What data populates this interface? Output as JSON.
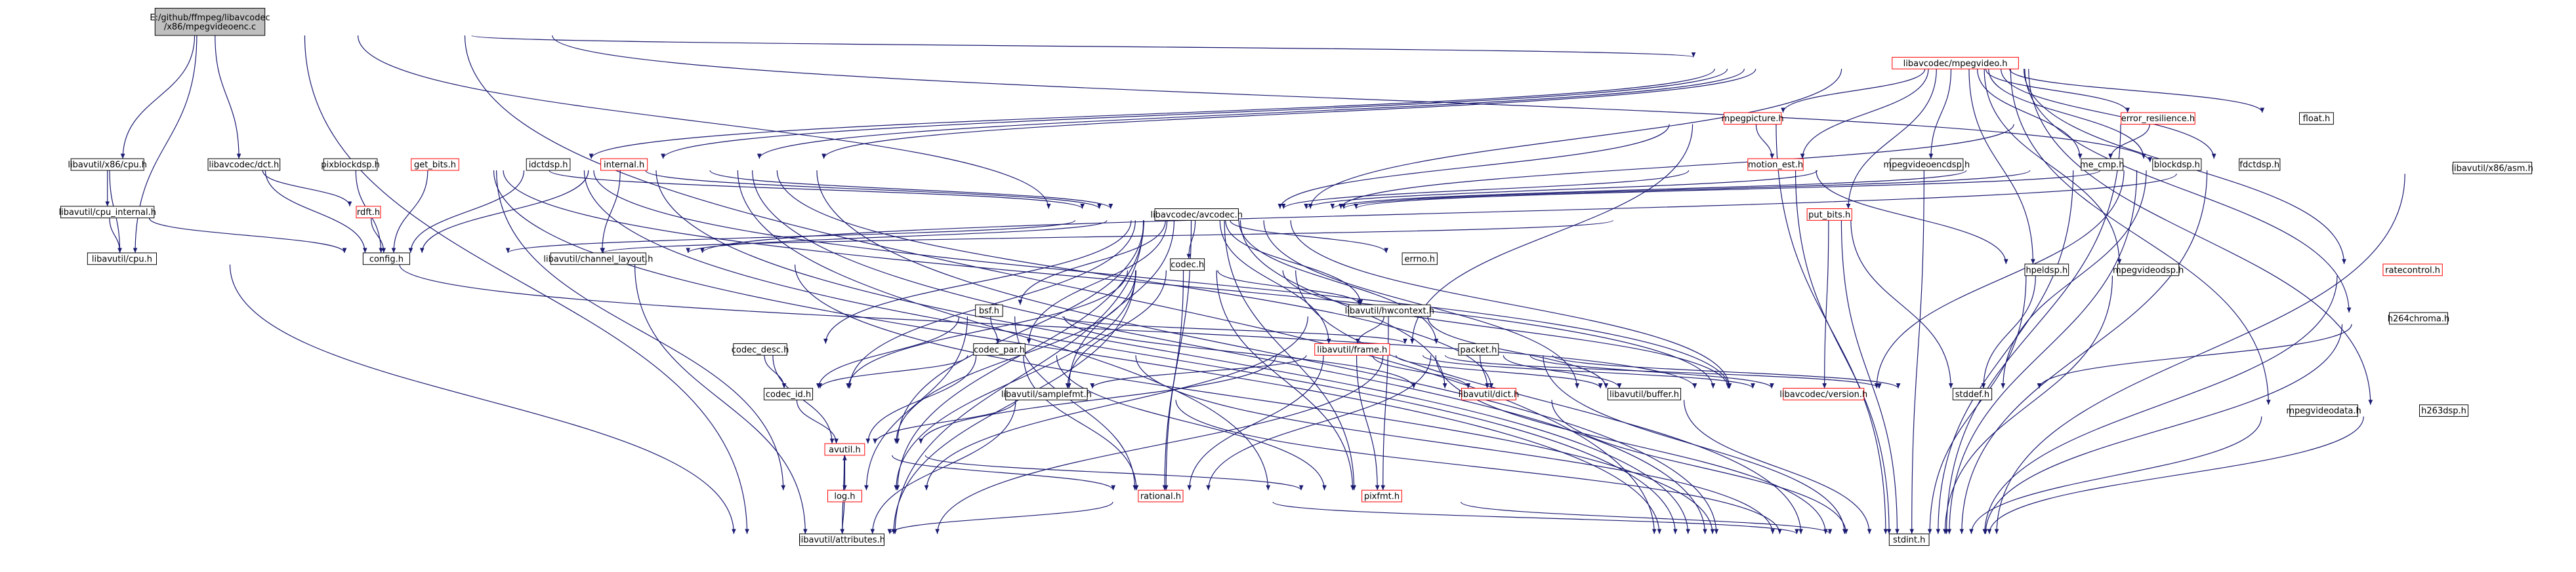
{
  "colors": {
    "edge": "#191970",
    "root_fill": "#bfbfbf",
    "node_border": "#000000",
    "red_border": "#ff0000",
    "node_fill": "#ffffff",
    "text": "#000000"
  },
  "root": {
    "line1": "E:/github/ffmpeg/libavcodec",
    "line2": "/x86/mpegvideoenc.c"
  },
  "nodes": [
    {
      "id": "mpegvideo",
      "label": "libavcodec/mpegvideo.h",
      "red": true
    },
    {
      "id": "x86cpu",
      "label": "libavutil/x86/cpu.h",
      "red": false
    },
    {
      "id": "dct",
      "label": "libavcodec/dct.h",
      "red": false
    },
    {
      "id": "x86asm",
      "label": "libavutil/x86/asm.h",
      "red": false
    },
    {
      "id": "cpu_internal",
      "label": "libavutil/cpu_internal.h",
      "red": false
    },
    {
      "id": "cpu",
      "label": "libavutil/cpu.h",
      "red": false
    },
    {
      "id": "config",
      "label": "config.h",
      "red": false
    },
    {
      "id": "rdft",
      "label": "rdft.h",
      "red": true
    },
    {
      "id": "pixblockdsp",
      "label": "pixblockdsp.h",
      "red": false
    },
    {
      "id": "get_bits",
      "label": "get_bits.h",
      "red": true
    },
    {
      "id": "idctdsp",
      "label": "idctdsp.h",
      "red": false
    },
    {
      "id": "internal",
      "label": "internal.h",
      "red": true
    },
    {
      "id": "avcodec",
      "label": "libavcodec/avcodec.h",
      "red": false
    },
    {
      "id": "mpegpicture",
      "label": "mpegpicture.h",
      "red": true
    },
    {
      "id": "motion_est",
      "label": "motion_est.h",
      "red": true
    },
    {
      "id": "mpegvideoencdsp",
      "label": "mpegvideoencdsp.h",
      "red": false
    },
    {
      "id": "error_resilience",
      "label": "error_resilience.h",
      "red": true
    },
    {
      "id": "me_cmp",
      "label": "me_cmp.h",
      "red": false
    },
    {
      "id": "blockdsp",
      "label": "blockdsp.h",
      "red": false
    },
    {
      "id": "fdctdsp",
      "label": "fdctdsp.h",
      "red": false
    },
    {
      "id": "float",
      "label": "float.h",
      "red": false
    },
    {
      "id": "put_bits",
      "label": "put_bits.h",
      "red": true
    },
    {
      "id": "hpeldsp",
      "label": "hpeldsp.h",
      "red": false
    },
    {
      "id": "mpegvideodsp",
      "label": "mpegvideodsp.h",
      "red": false
    },
    {
      "id": "ratecontrol",
      "label": "ratecontrol.h",
      "red": true
    },
    {
      "id": "h264chroma",
      "label": "h264chroma.h",
      "red": false
    },
    {
      "id": "mpegvideodata",
      "label": "mpegvideodata.h",
      "red": false
    },
    {
      "id": "h263dsp",
      "label": "h263dsp.h",
      "red": false
    },
    {
      "id": "errno",
      "label": "errno.h",
      "red": false
    },
    {
      "id": "channel_layout",
      "label": "libavutil/channel_layout.h",
      "red": false
    },
    {
      "id": "codec",
      "label": "codec.h",
      "red": false
    },
    {
      "id": "hwcontext",
      "label": "libavutil/hwcontext.h",
      "red": false
    },
    {
      "id": "bsf",
      "label": "bsf.h",
      "red": false
    },
    {
      "id": "frame",
      "label": "libavutil/frame.h",
      "red": true
    },
    {
      "id": "packet",
      "label": "packet.h",
      "red": false
    },
    {
      "id": "codec_desc",
      "label": "codec_desc.h",
      "red": false
    },
    {
      "id": "codec_par",
      "label": "codec_par.h",
      "red": false
    },
    {
      "id": "codec_id",
      "label": "codec_id.h",
      "red": false
    },
    {
      "id": "samplefmt",
      "label": "libavutil/samplefmt.h",
      "red": false
    },
    {
      "id": "dict",
      "label": "libavutil/dict.h",
      "red": true
    },
    {
      "id": "buffer",
      "label": "libavutil/buffer.h",
      "red": false
    },
    {
      "id": "version",
      "label": "libavcodec/version.h",
      "red": true
    },
    {
      "id": "stddef",
      "label": "stddef.h",
      "red": false
    },
    {
      "id": "avutil",
      "label": "avutil.h",
      "red": true
    },
    {
      "id": "log",
      "label": "log.h",
      "red": true
    },
    {
      "id": "rational",
      "label": "rational.h",
      "red": true
    },
    {
      "id": "pixfmt",
      "label": "pixfmt.h",
      "red": true
    },
    {
      "id": "attributes",
      "label": "libavutil/attributes.h",
      "red": false
    },
    {
      "id": "stdint",
      "label": "stdint.h",
      "red": false
    }
  ],
  "edges": [
    [
      "root",
      "mpegvideo"
    ],
    [
      "root",
      "x86cpu"
    ],
    [
      "root",
      "dct"
    ],
    [
      "root",
      "avcodec"
    ],
    [
      "root",
      "x86asm"
    ],
    [
      "root",
      "cpu"
    ],
    [
      "root",
      "attributes"
    ],
    [
      "root",
      "stdint"
    ],
    [
      "x86cpu",
      "cpu_internal"
    ],
    [
      "x86cpu",
      "cpu"
    ],
    [
      "cpu_internal",
      "cpu"
    ],
    [
      "cpu_internal",
      "config"
    ],
    [
      "cpu",
      "attributes"
    ],
    [
      "cpu",
      "stddef"
    ],
    [
      "dct",
      "rdft"
    ],
    [
      "dct",
      "config"
    ],
    [
      "dct",
      "stdint"
    ],
    [
      "dct",
      "stddef"
    ],
    [
      "rdft",
      "config"
    ],
    [
      "x86asm",
      "config"
    ],
    [
      "x86asm",
      "stdint"
    ],
    [
      "mpegvideo",
      "pixblockdsp"
    ],
    [
      "mpegvideo",
      "get_bits"
    ],
    [
      "mpegvideo",
      "idctdsp"
    ],
    [
      "mpegvideo",
      "internal"
    ],
    [
      "mpegvideo",
      "avcodec"
    ],
    [
      "mpegvideo",
      "mpegpicture"
    ],
    [
      "mpegvideo",
      "motion_est"
    ],
    [
      "mpegvideo",
      "mpegvideoencdsp"
    ],
    [
      "mpegvideo",
      "error_resilience"
    ],
    [
      "mpegvideo",
      "me_cmp"
    ],
    [
      "mpegvideo",
      "blockdsp"
    ],
    [
      "mpegvideo",
      "fdctdsp"
    ],
    [
      "mpegvideo",
      "float"
    ],
    [
      "mpegvideo",
      "put_bits"
    ],
    [
      "mpegvideo",
      "hpeldsp"
    ],
    [
      "mpegvideo",
      "mpegvideodsp"
    ],
    [
      "mpegvideo",
      "ratecontrol"
    ],
    [
      "mpegvideo",
      "h264chroma"
    ],
    [
      "mpegvideo",
      "mpegvideodata"
    ],
    [
      "mpegvideo",
      "h263dsp"
    ],
    [
      "pixblockdsp",
      "config"
    ],
    [
      "pixblockdsp",
      "stdint"
    ],
    [
      "pixblockdsp",
      "stddef"
    ],
    [
      "get_bits",
      "avcodec"
    ],
    [
      "get_bits",
      "config"
    ],
    [
      "get_bits",
      "stdint"
    ],
    [
      "get_bits",
      "log"
    ],
    [
      "idctdsp",
      "avcodec"
    ],
    [
      "idctdsp",
      "config"
    ],
    [
      "idctdsp",
      "stdint"
    ],
    [
      "internal",
      "avcodec"
    ],
    [
      "internal",
      "config"
    ],
    [
      "internal",
      "channel_layout"
    ],
    [
      "internal",
      "buffer"
    ],
    [
      "internal",
      "pixfmt"
    ],
    [
      "internal",
      "stdint"
    ],
    [
      "mpegpicture",
      "avcodec"
    ],
    [
      "mpegpicture",
      "motion_est"
    ],
    [
      "mpegpicture",
      "frame"
    ],
    [
      "mpegpicture",
      "stdint"
    ],
    [
      "motion_est",
      "avcodec"
    ],
    [
      "motion_est",
      "hpeldsp"
    ],
    [
      "motion_est",
      "stdint"
    ],
    [
      "mpegvideoencdsp",
      "avcodec"
    ],
    [
      "mpegvideoencdsp",
      "stdint"
    ],
    [
      "error_resilience",
      "me_cmp"
    ],
    [
      "error_resilience",
      "avcodec"
    ],
    [
      "error_resilience",
      "stdint"
    ],
    [
      "me_cmp",
      "avcodec"
    ],
    [
      "me_cmp",
      "stdint"
    ],
    [
      "blockdsp",
      "avcodec"
    ],
    [
      "blockdsp",
      "stdint"
    ],
    [
      "blockdsp",
      "version"
    ],
    [
      "blockdsp",
      "stddef"
    ],
    [
      "fdctdsp",
      "avcodec"
    ],
    [
      "fdctdsp",
      "stdint"
    ],
    [
      "put_bits",
      "config"
    ],
    [
      "put_bits",
      "stdint"
    ],
    [
      "put_bits",
      "stddef"
    ],
    [
      "put_bits",
      "version"
    ],
    [
      "hpeldsp",
      "stdint"
    ],
    [
      "hpeldsp",
      "stddef"
    ],
    [
      "mpegvideodsp",
      "stdint"
    ],
    [
      "ratecontrol",
      "stdint"
    ],
    [
      "h264chroma",
      "stdint"
    ],
    [
      "h264chroma",
      "stddef"
    ],
    [
      "mpegvideodata",
      "stdint"
    ],
    [
      "h263dsp",
      "stdint"
    ],
    [
      "avcodec",
      "config"
    ],
    [
      "avcodec",
      "errno"
    ],
    [
      "avcodec",
      "channel_layout"
    ],
    [
      "avcodec",
      "codec"
    ],
    [
      "avcodec",
      "hwcontext"
    ],
    [
      "avcodec",
      "bsf"
    ],
    [
      "avcodec",
      "frame"
    ],
    [
      "avcodec",
      "packet"
    ],
    [
      "avcodec",
      "codec_desc"
    ],
    [
      "avcodec",
      "codec_par"
    ],
    [
      "avcodec",
      "codec_id"
    ],
    [
      "avcodec",
      "samplefmt"
    ],
    [
      "avcodec",
      "dict"
    ],
    [
      "avcodec",
      "buffer"
    ],
    [
      "avcodec",
      "version"
    ],
    [
      "avcodec",
      "avutil"
    ],
    [
      "avcodec",
      "log"
    ],
    [
      "avcodec",
      "rational"
    ],
    [
      "avcodec",
      "pixfmt"
    ],
    [
      "avcodec",
      "attributes"
    ],
    [
      "channel_layout",
      "attributes"
    ],
    [
      "channel_layout",
      "stdint"
    ],
    [
      "codec",
      "hwcontext"
    ],
    [
      "codec",
      "codec_id"
    ],
    [
      "codec",
      "samplefmt"
    ],
    [
      "codec",
      "avutil"
    ],
    [
      "codec",
      "log"
    ],
    [
      "codec",
      "rational"
    ],
    [
      "codec",
      "pixfmt"
    ],
    [
      "codec",
      "stdint"
    ],
    [
      "codec",
      "version"
    ],
    [
      "codec",
      "attributes"
    ],
    [
      "hwcontext",
      "buffer"
    ],
    [
      "hwcontext",
      "frame"
    ],
    [
      "hwcontext",
      "log"
    ],
    [
      "hwcontext",
      "pixfmt"
    ],
    [
      "bsf",
      "codec_id"
    ],
    [
      "bsf",
      "codec_par"
    ],
    [
      "bsf",
      "packet"
    ],
    [
      "bsf",
      "dict"
    ],
    [
      "bsf",
      "log"
    ],
    [
      "bsf",
      "rational"
    ],
    [
      "frame",
      "avutil"
    ],
    [
      "frame",
      "buffer"
    ],
    [
      "frame",
      "dict"
    ],
    [
      "frame",
      "rational"
    ],
    [
      "frame",
      "samplefmt"
    ],
    [
      "frame",
      "pixfmt"
    ],
    [
      "frame",
      "stdint"
    ],
    [
      "frame",
      "stddef"
    ],
    [
      "frame",
      "version"
    ],
    [
      "packet",
      "buffer"
    ],
    [
      "packet",
      "dict"
    ],
    [
      "packet",
      "rational"
    ],
    [
      "packet",
      "attributes"
    ],
    [
      "packet",
      "stdint"
    ],
    [
      "packet",
      "stddef"
    ],
    [
      "packet",
      "version"
    ],
    [
      "codec_desc",
      "codec_id"
    ],
    [
      "codec_desc",
      "avutil"
    ],
    [
      "codec_par",
      "codec_id"
    ],
    [
      "codec_par",
      "avutil"
    ],
    [
      "codec_par",
      "rational"
    ],
    [
      "codec_par",
      "pixfmt"
    ],
    [
      "codec_par",
      "stdint"
    ],
    [
      "codec_id",
      "avutil"
    ],
    [
      "samplefmt",
      "avutil"
    ],
    [
      "samplefmt",
      "attributes"
    ],
    [
      "samplefmt",
      "stdint"
    ],
    [
      "dict",
      "stdint"
    ],
    [
      "buffer",
      "stdint"
    ],
    [
      "avutil",
      "log"
    ],
    [
      "avutil",
      "rational"
    ],
    [
      "avutil",
      "pixfmt"
    ],
    [
      "avutil",
      "attributes"
    ],
    [
      "log",
      "avutil"
    ],
    [
      "log",
      "attributes"
    ],
    [
      "rational",
      "attributes"
    ],
    [
      "rational",
      "stdint"
    ],
    [
      "pixfmt",
      "stdint"
    ]
  ]
}
